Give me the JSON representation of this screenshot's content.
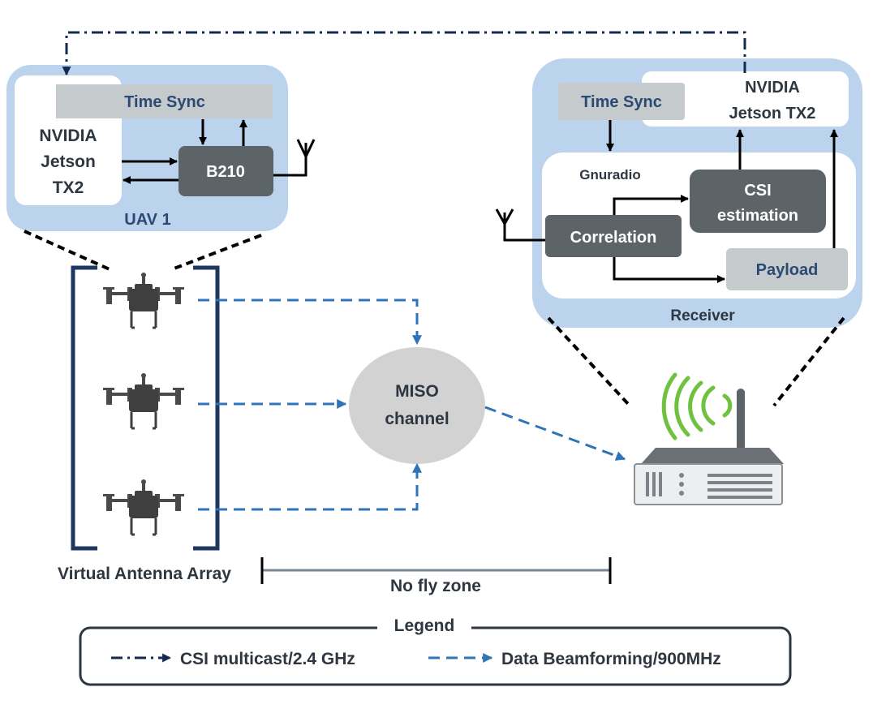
{
  "colors": {
    "panel_blue": "#bcd3ee",
    "dark_box": "#5d6468",
    "light_box": "#c5cacd",
    "navy": "#14294f",
    "beam_blue": "#2f74b8",
    "signal_green": "#6fc13f",
    "text_dark": "#2e3640",
    "text_blue": "#2b4a73",
    "miso_fill": "#d2d2d2"
  },
  "uav": {
    "panel_label": "UAV 1",
    "time_sync_label": "Time Sync",
    "jetson_lines": [
      "NVIDIA",
      "Jetson",
      "TX2"
    ],
    "b210_label": "B210"
  },
  "receiver": {
    "panel_label": "Receiver",
    "time_sync_label": "Time Sync",
    "jetson_lines": [
      "NVIDIA",
      "Jetson TX2"
    ],
    "gnuradio_label": "Gnuradio",
    "correlation_label": "Correlation",
    "csi_lines": [
      "CSI",
      "estimation"
    ],
    "payload_label": "Payload"
  },
  "channel": {
    "miso_lines": [
      "MISO",
      "channel"
    ]
  },
  "array_label": "Virtual Antenna Array",
  "no_fly_label": "No fly zone",
  "legend": {
    "title": "Legend",
    "csi_label": "CSI multicast/2.4 GHz",
    "data_label": "Data Beamforming/900MHz"
  },
  "icons": [
    "drone-icon",
    "drone-icon",
    "drone-icon",
    "router-icon",
    "antenna-icon",
    "wifi-signal-icon"
  ]
}
